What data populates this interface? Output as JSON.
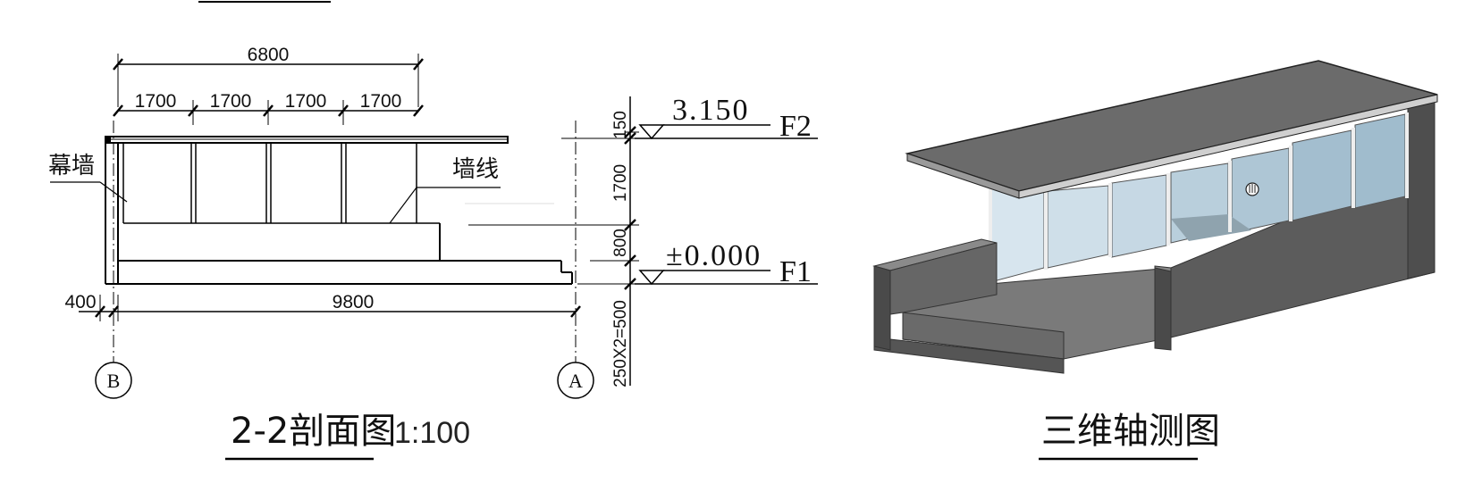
{
  "section": {
    "overall_dim": "6800",
    "bay_dims": [
      "1700",
      "1700",
      "1700",
      "1700"
    ],
    "bottom_dims": [
      "400",
      "9800"
    ],
    "vertical_dims": [
      "150",
      "1700",
      "800",
      "250X2=500"
    ],
    "elevations": [
      {
        "value": "3.150",
        "level": "F2"
      },
      {
        "value": "±0.000",
        "level": "F1"
      }
    ],
    "labels": {
      "curtain_wall": "幕墙",
      "wall_line": "墙线"
    },
    "grid_axes": [
      "B",
      "A"
    ],
    "title_main": "2-2剖面图",
    "title_scale": "1:100"
  },
  "axonometric": {
    "title": "三维轴测图",
    "colors": {
      "roof": "#6b6b6b",
      "wall": "#5e5e5e",
      "floor": "#767676",
      "glass": "#c9dbe6"
    }
  }
}
